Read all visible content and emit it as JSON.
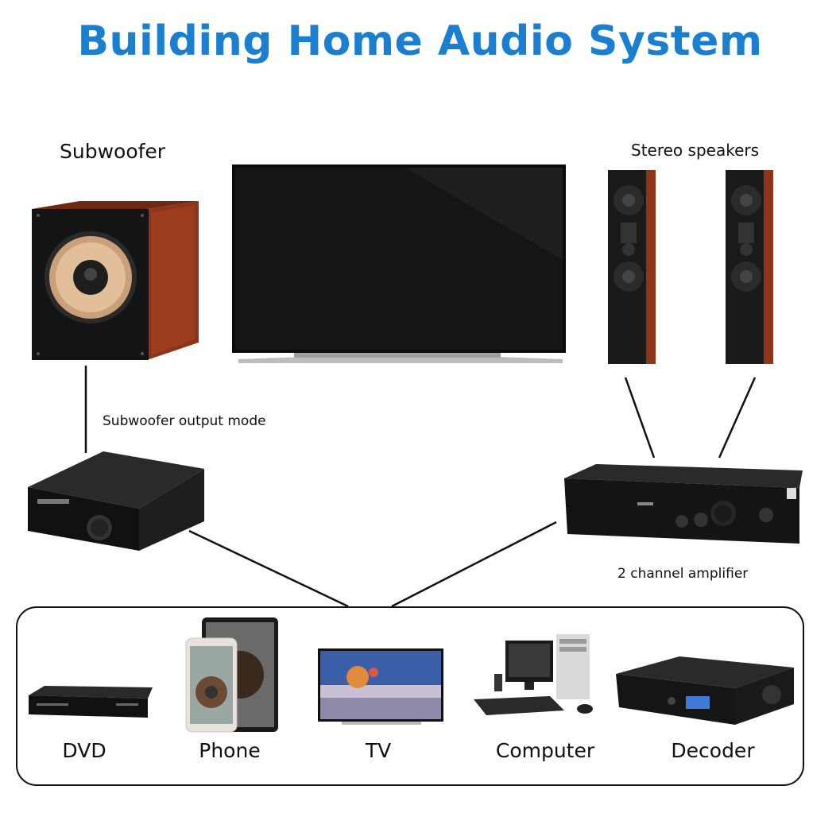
{
  "title": "Building Home Audio System",
  "labels": {
    "subwoofer": "Subwoofer",
    "stereo_speakers": "Stereo speakers",
    "subwoofer_output_mode": "Subwoofer output mode",
    "two_channel_amplifier": "2 channel amplifier"
  },
  "sources": [
    {
      "label": "DVD",
      "icon": "dvd-player-icon"
    },
    {
      "label": "Phone",
      "icon": "phone-icon"
    },
    {
      "label": "TV",
      "icon": "tv-icon"
    },
    {
      "label": "Computer",
      "icon": "computer-icon"
    },
    {
      "label": "Decoder",
      "icon": "decoder-icon"
    }
  ],
  "colors": {
    "title": "#1a7fd0",
    "wood": "#8e3418",
    "device": "#151515"
  }
}
